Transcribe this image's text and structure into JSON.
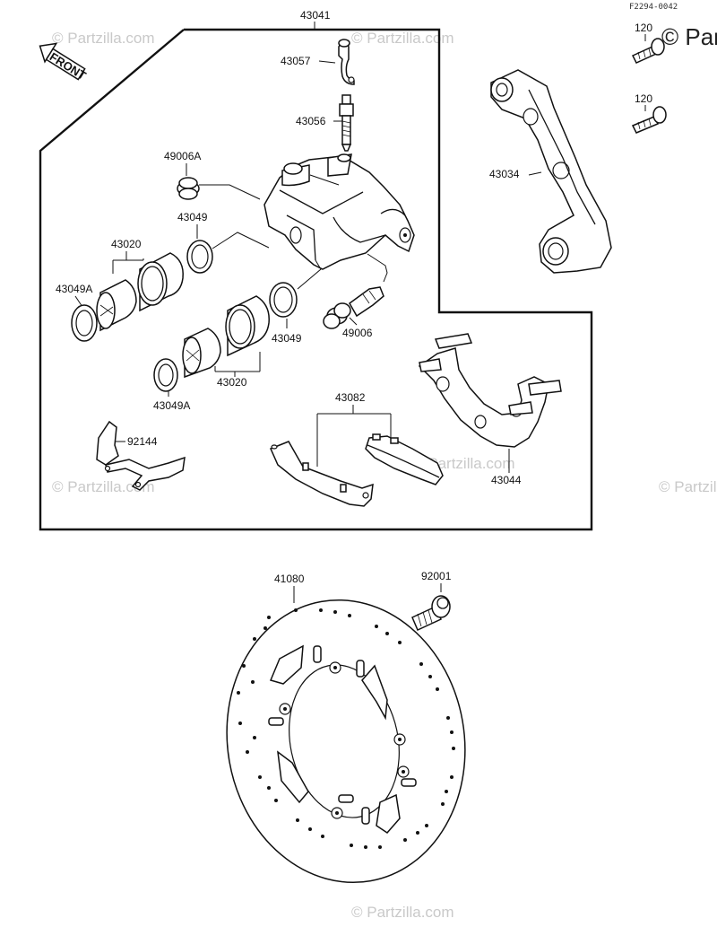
{
  "diagram_code": "F2294-0042",
  "front_arrow_label": "FRONT",
  "watermark": "© Partzilla.com",
  "watermark_corner": "© Par",
  "parts": {
    "p43041": "43041",
    "p43057": "43057",
    "p43056": "43056",
    "p49006A": "49006A",
    "p43049_top": "43049",
    "p43020_top": "43020",
    "p43049A_left": "43049A",
    "p43049_mid": "43049",
    "p49006": "49006",
    "p43049A_bottom": "43049A",
    "p43020_bottom": "43020",
    "p43082": "43082",
    "p92144": "92144",
    "p43034": "43034",
    "p43044": "43044",
    "p120_top": "120",
    "p120_second": "120",
    "p41080": "41080",
    "p92001": "92001"
  }
}
